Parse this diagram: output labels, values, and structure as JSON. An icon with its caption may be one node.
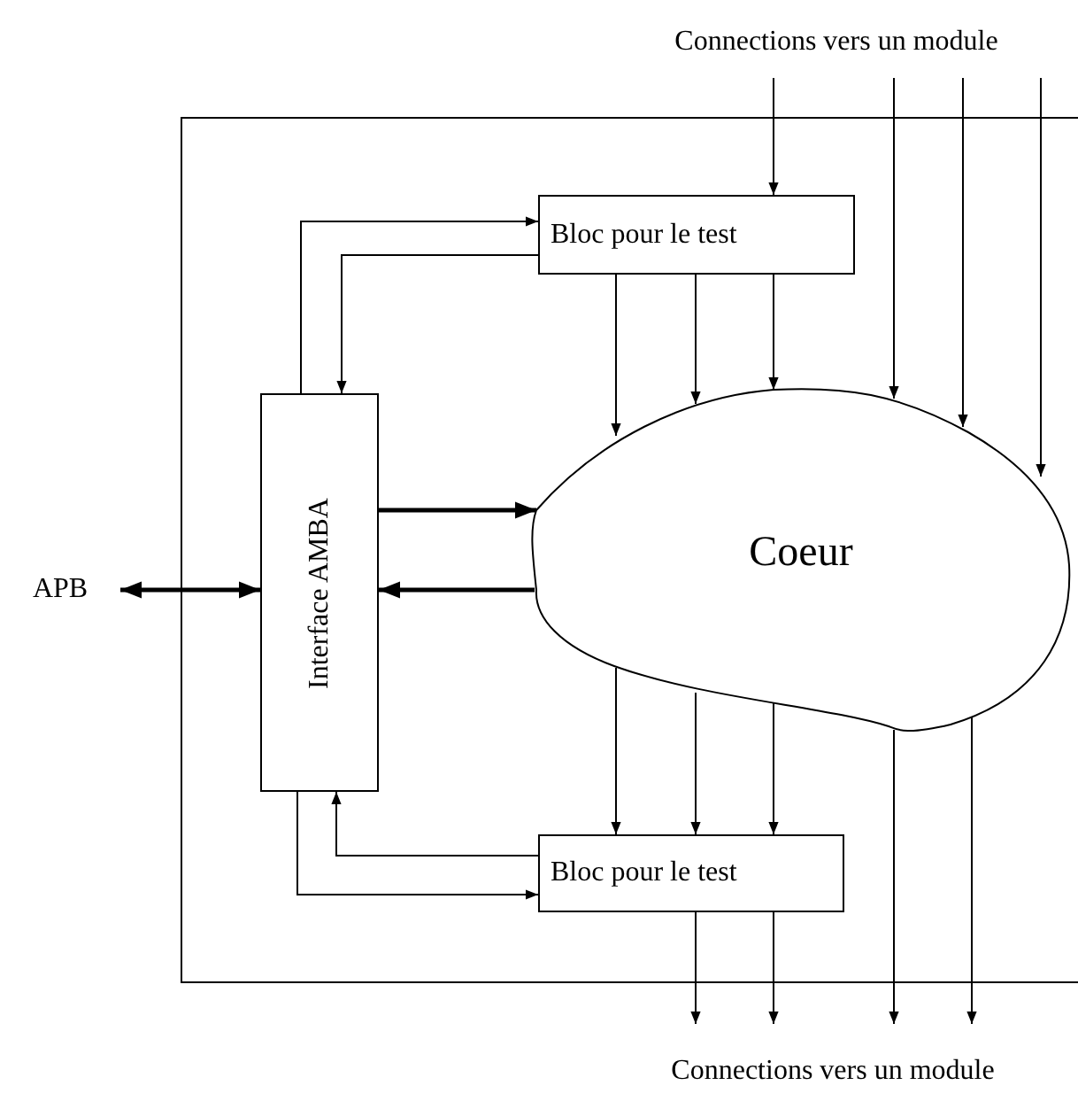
{
  "diagram": {
    "nodes": [
      {
        "text": [],
        "shape": "box"
      },
      {
        "text": [
          "Connections vers un module"
        ]
      },
      {
        "text": [
          "Bloc pour le test"
        ],
        "in": 0
      },
      {
        "text": [
          "Interface AMBA"
        ],
        "in": 0
      },
      {
        "text": [
          "Coeur"
        ],
        "in": 0
      },
      {
        "text": [
          "Bloc pour le test"
        ],
        "in": 0
      },
      {
        "text": [
          "APB"
        ]
      },
      {
        "text": [
          "Connections vers un module"
        ]
      }
    ],
    "edges": [
      {
        "from": 1,
        "to": 2,
        "arrow": "to"
      },
      {
        "from": 1,
        "to": 4,
        "arrow": "to"
      },
      {
        "from": 1,
        "to": 4,
        "arrow": "to"
      },
      {
        "from": 1,
        "to": 4,
        "arrow": "to"
      },
      {
        "from": 3,
        "to": 2,
        "arrow": "to"
      },
      {
        "from": 2,
        "to": 3,
        "arrow": "to"
      },
      {
        "from": 2,
        "to": 4,
        "arrow": "to"
      },
      {
        "from": 2,
        "to": 4,
        "arrow": "to"
      },
      {
        "from": 2,
        "to": 4,
        "arrow": "to"
      },
      {
        "from": 3,
        "to": 4,
        "arrow": "to",
        "style": "thick"
      },
      {
        "from": 4,
        "to": 3,
        "arrow": "to",
        "style": "thick"
      },
      {
        "from": 6,
        "to": 3,
        "arrow": "both",
        "style": "thick"
      },
      {
        "from": 4,
        "to": 5,
        "arrow": "to"
      },
      {
        "from": 4,
        "to": 5,
        "arrow": "to"
      },
      {
        "from": 4,
        "to": 5,
        "arrow": "to"
      },
      {
        "from": 5,
        "to": 3,
        "arrow": "to"
      },
      {
        "from": 3,
        "to": 5,
        "arrow": "to"
      },
      {
        "from": 5,
        "to": 7,
        "arrow": "to"
      },
      {
        "from": 5,
        "to": 7,
        "arrow": "to"
      },
      {
        "from": 4,
        "to": 7,
        "arrow": "to"
      },
      {
        "from": 4,
        "to": 7,
        "arrow": "to"
      }
    ]
  }
}
